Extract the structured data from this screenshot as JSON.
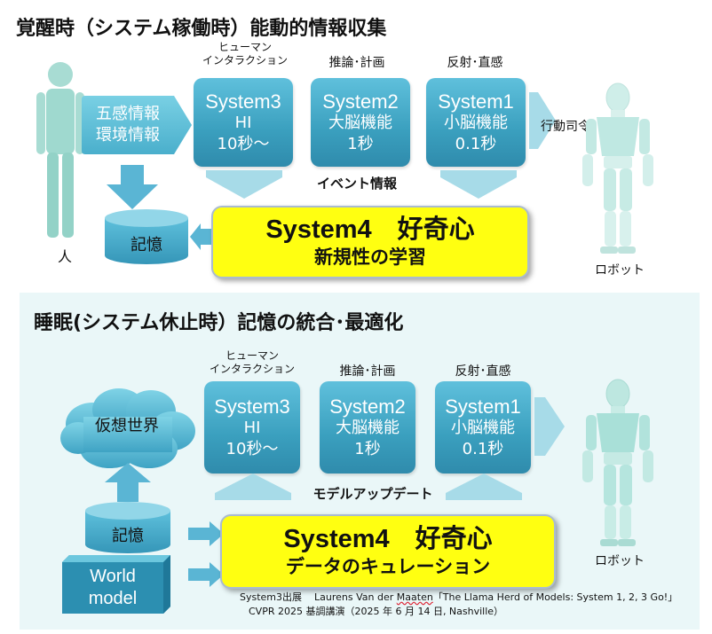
{
  "top": {
    "title": "覚醒時（システム稼働時）能動的情報収集",
    "headers": {
      "hi_line1": "ヒューマン",
      "hi_line2": "インタラクション",
      "reasoning": "推論･計画",
      "reflex": "反射･直感"
    },
    "info_box": {
      "line1": "五感情報",
      "line2": "環境情報"
    },
    "systems": [
      {
        "name": "System3",
        "sub": "HI",
        "time": "10秒〜"
      },
      {
        "name": "System2",
        "sub": "大脳機能",
        "time": "1秒"
      },
      {
        "name": "System1",
        "sub": "小脳機能",
        "time": "0.1秒"
      }
    ],
    "event_label": "イベント情報",
    "action_label": "行動司令",
    "memory_label": "記憶",
    "human_label": "人",
    "robot_label": "ロボット",
    "system4": {
      "title": "System4　好奇心",
      "subtitle": "新規性の学習"
    }
  },
  "bottom": {
    "title": "睡眠(システム休止時）記憶の統合･最適化",
    "headers": {
      "hi_line1": "ヒューマン",
      "hi_line2": "インタラクション",
      "reasoning": "推論･計画",
      "reflex": "反射･直感"
    },
    "virtual_world": "仮想世界",
    "systems": [
      {
        "name": "System3",
        "sub": "HI",
        "time": "10秒〜"
      },
      {
        "name": "System2",
        "sub": "大脳機能",
        "time": "1秒"
      },
      {
        "name": "System1",
        "sub": "小脳機能",
        "time": "0.1秒"
      }
    ],
    "model_update_label": "モデルアップデート",
    "memory_label": "記憶",
    "world_model": {
      "line1": "World",
      "line2": "model"
    },
    "robot_label": "ロボット",
    "system4": {
      "title": "System4　好奇心",
      "subtitle": "データのキュレーション"
    },
    "citation": {
      "source_prefix": "System3出展",
      "author": "Laurens Van der",
      "author_underlined": "Maaten",
      "talk": "「The Llama Herd of Models: System 1, 2, 3 Go!」",
      "line2": "CVPR 2025 基調講演（2025 年 6 月 14 日, Nashville）"
    }
  },
  "colors": {
    "system_box": "#3a9fbe",
    "system4_fill": "#ffff11",
    "arrow": "#a7dbe8",
    "arrow_dark": "#5ab5d4",
    "bottom_panel": "#eaf7f8",
    "figure": "#9fd9cf"
  }
}
